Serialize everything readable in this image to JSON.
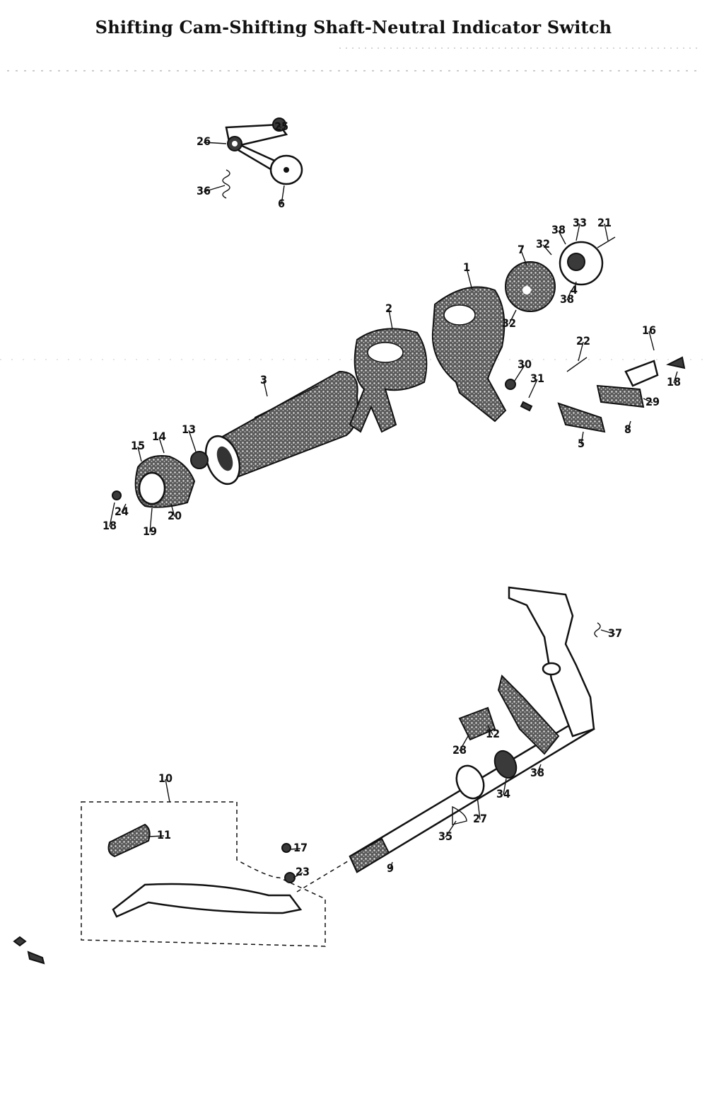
{
  "title": "Shifting Cam-Shifting Shaft-Neutral Indicator Switch",
  "callouts": [
    "1",
    "2",
    "3",
    "4",
    "5",
    "6",
    "7",
    "8",
    "9",
    "10",
    "11",
    "12",
    "13",
    "14",
    "15",
    "16",
    "17",
    "18",
    "19",
    "20",
    "21",
    "22",
    "23",
    "24",
    "25",
    "26",
    "27",
    "28",
    "29",
    "30",
    "31",
    "32",
    "33",
    "34",
    "35",
    "36",
    "37",
    "38"
  ]
}
